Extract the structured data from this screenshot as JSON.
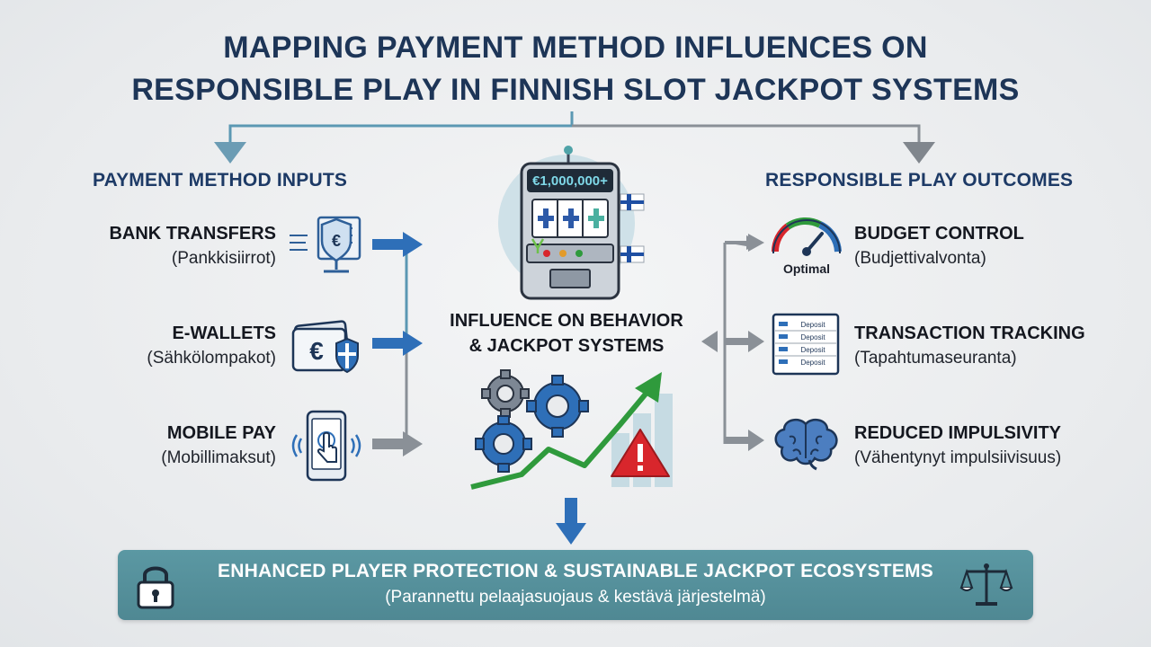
{
  "title": {
    "line1": "MAPPING PAYMENT METHOD INFLUENCES ON",
    "line2": "RESPONSIBLE PLAY IN FINNISH SLOT JACKPOT SYSTEMS"
  },
  "inputs": {
    "heading": "PAYMENT METHOD INPUTS",
    "items": [
      {
        "title": "BANK TRANSFERS",
        "subtitle": "(Pankkisiirrot)",
        "icon": "bank-document-icon"
      },
      {
        "title": "E-WALLETS",
        "subtitle": "(Sähkölompakot)",
        "icon": "wallet-icon"
      },
      {
        "title": "MOBILE PAY",
        "subtitle": "(Mobillimaksut)",
        "icon": "smartphone-tap-icon"
      }
    ]
  },
  "center": {
    "jackpot_display": "€1,000,000+",
    "line1": "INFLUENCE ON BEHAVIOR",
    "line2": "& JACKPOT SYSTEMS",
    "icons": [
      "slot-machine-icon",
      "gears-icon",
      "growth-arrow-icon",
      "warning-icon",
      "finland-flag-icon"
    ]
  },
  "outcomes": {
    "heading": "RESPONSIBLE PLAY OUTCOMES",
    "items": [
      {
        "title": "BUDGET CONTROL",
        "subtitle": "(Budjettivalvonta)",
        "icon": "gauge-icon",
        "icon_label": "Optimal"
      },
      {
        "title": "TRANSACTION TRACKING",
        "subtitle": "(Tapahtumaseuranta)",
        "icon": "ledger-icon",
        "icon_label": "Deposit"
      },
      {
        "title": "REDUCED IMPULSIVITY",
        "subtitle": "(Vähentynyt impulsiivisuus)",
        "icon": "brain-icon"
      }
    ]
  },
  "banner": {
    "title": "ENHANCED PLAYER PROTECTION & SUSTAINABLE JACKPOT ECOSYSTEMS",
    "subtitle": "(Parannettu pelaajasuojaus & kestävä järjestelmä)"
  },
  "colors": {
    "title": "#1d3557",
    "accent_blue": "#2e6fb8",
    "teal": "#5b98a3",
    "gray_arrow": "#8a9097",
    "green": "#2f9a3c",
    "warning_red": "#d8262c"
  }
}
